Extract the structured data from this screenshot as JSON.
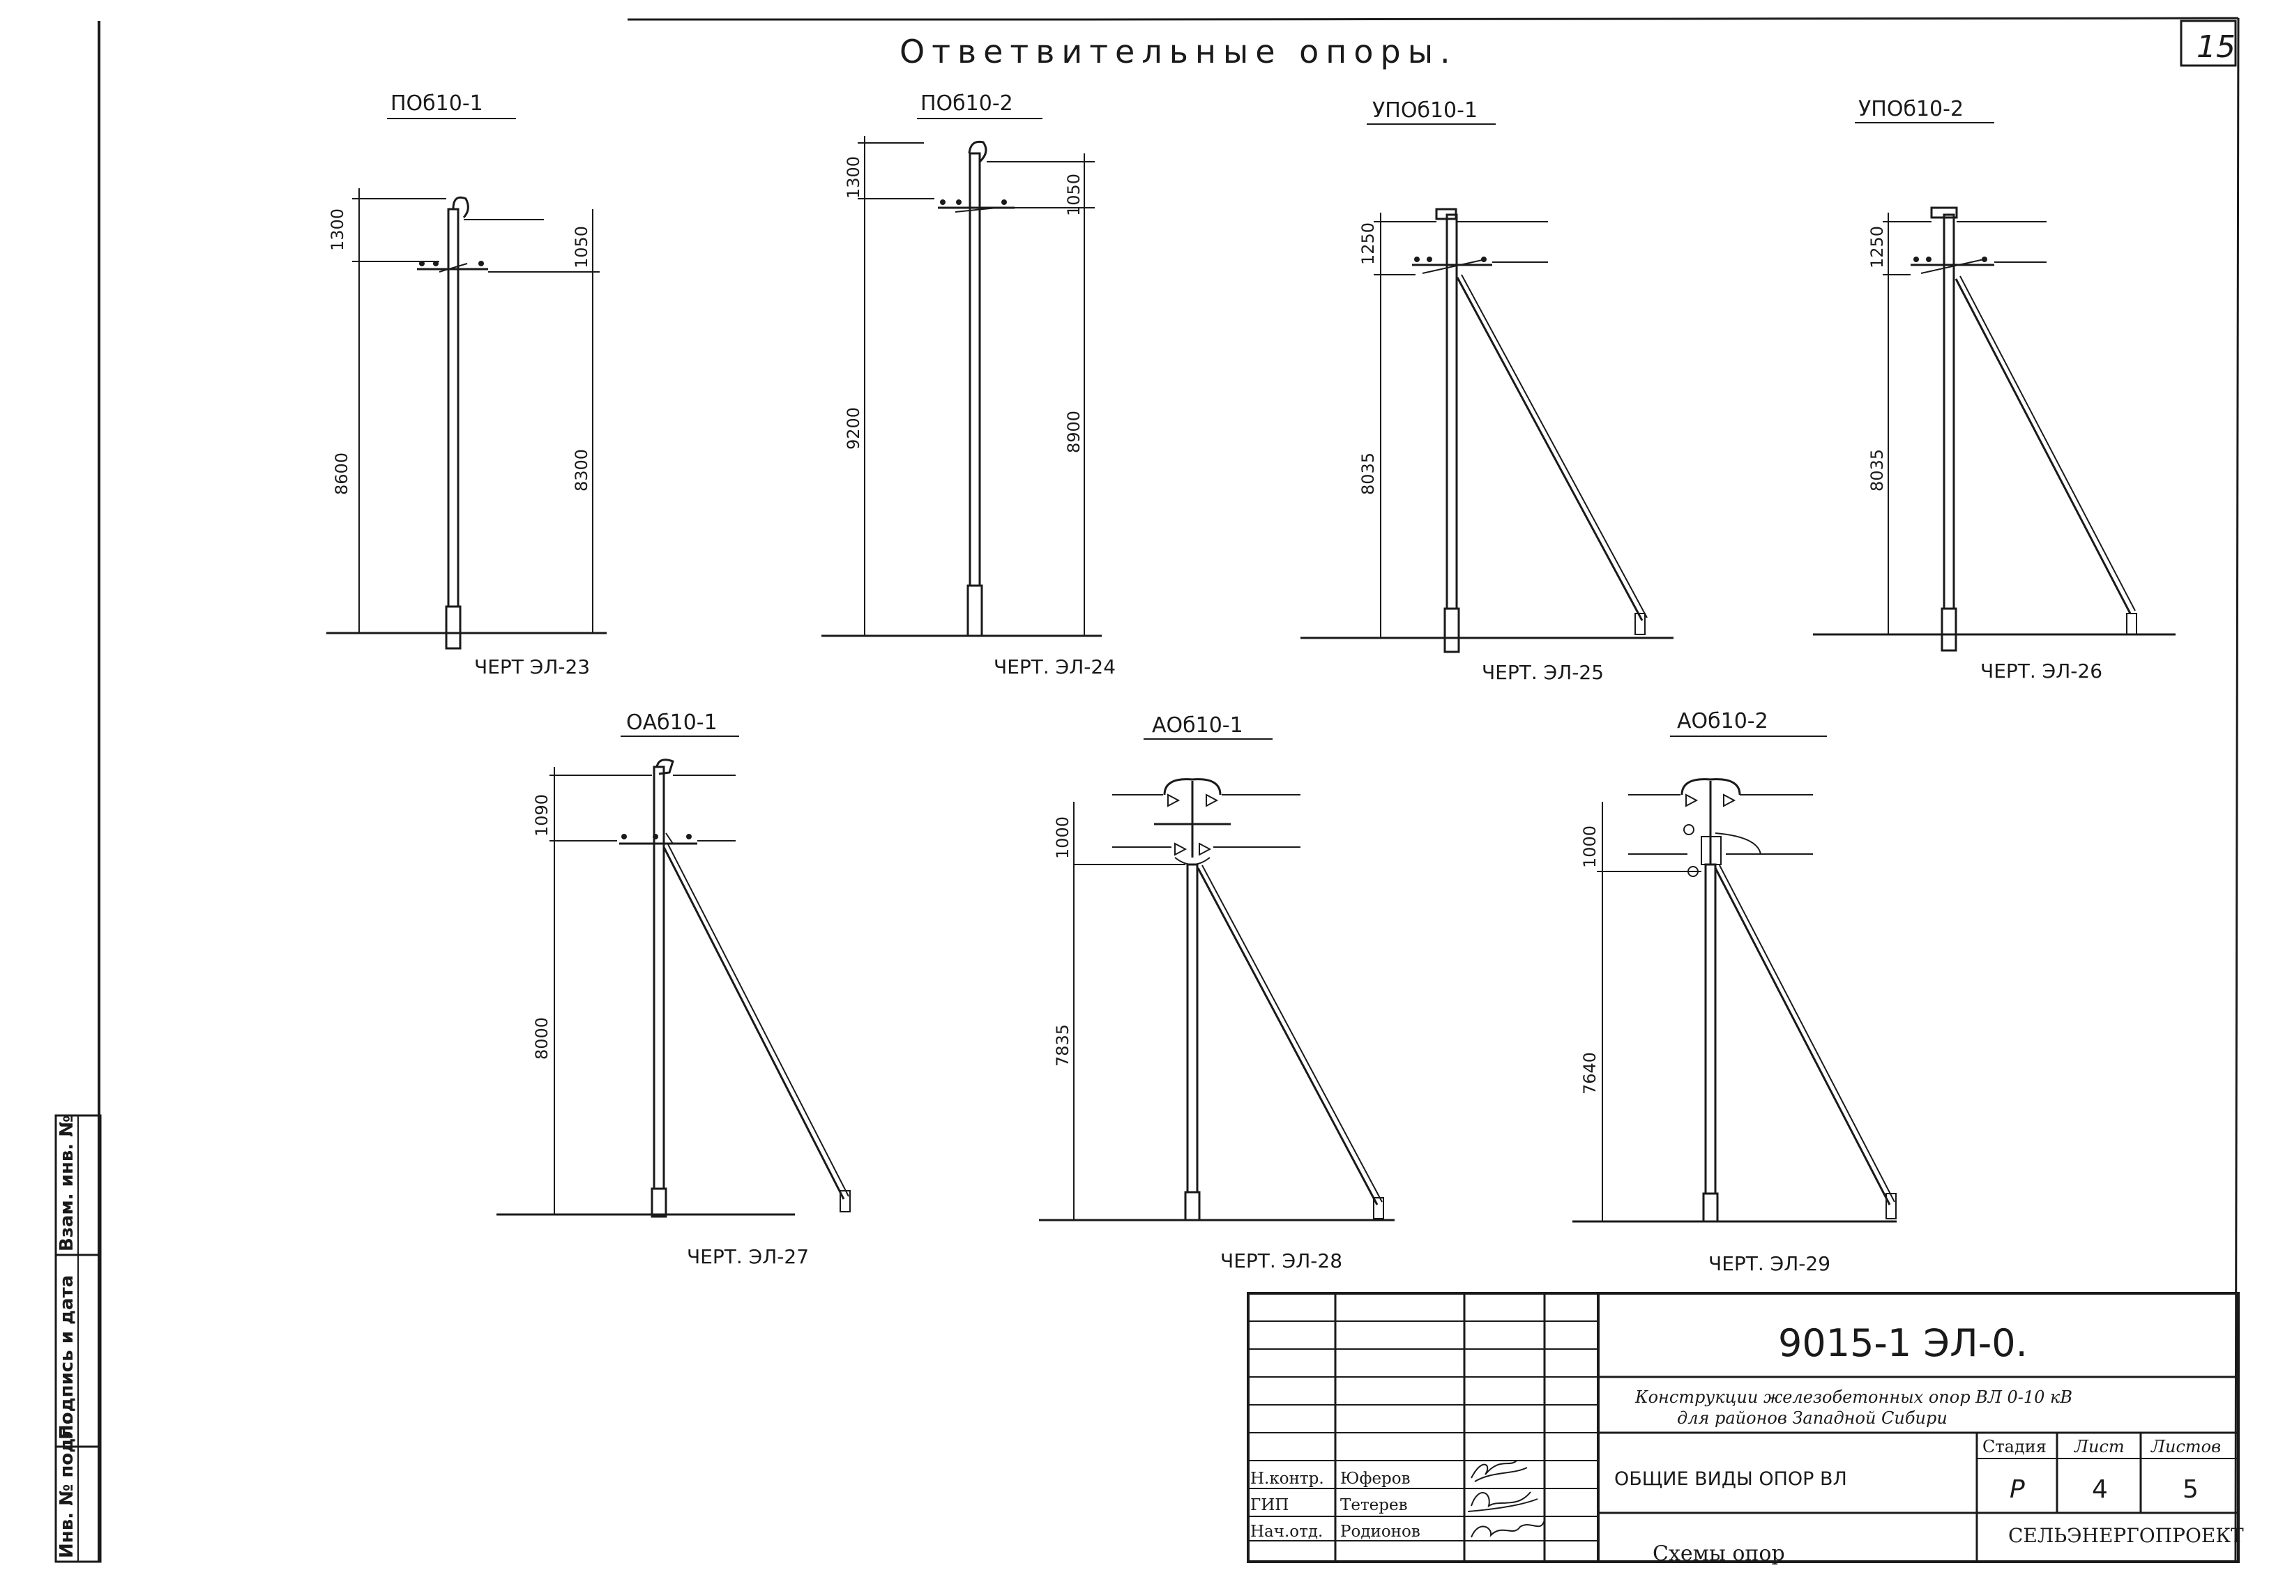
{
  "sheet": {
    "title": "Ответвительные опоры.",
    "sheet_number": "15",
    "margin_stamp": [
      "Инв. № подл.",
      "Подпись и дата",
      "Взам. инв. №"
    ]
  },
  "drawings": [
    {
      "id": "p1",
      "label": "ПОб10-1",
      "caption": "ЧЕРТ ЭЛ-23",
      "brace": false,
      "dims": {
        "top": "1300",
        "cross": "1050",
        "left": "8600",
        "right": "8300"
      }
    },
    {
      "id": "p2",
      "label": "ПОб10-2",
      "caption": "ЧЕРТ. ЭЛ-24",
      "brace": false,
      "dims": {
        "top": "1300",
        "cross": "1050",
        "left": "9200",
        "right": "8900"
      }
    },
    {
      "id": "p3",
      "label": "УПОб10-1",
      "caption": "ЧЕРТ. ЭЛ-25",
      "brace": true,
      "dims": {
        "top": "1250",
        "left": "8035"
      }
    },
    {
      "id": "p4",
      "label": "УПОб10-2",
      "caption": "ЧЕРТ. ЭЛ-26",
      "brace": true,
      "dims": {
        "top": "1250",
        "left": "8035"
      }
    },
    {
      "id": "p5",
      "label": "ОАб10-1",
      "caption": "ЧЕРТ. ЭЛ-27",
      "brace": true,
      "dims": {
        "top": "1090",
        "left": "8000"
      }
    },
    {
      "id": "p6",
      "label": "АОб10-1",
      "caption": "ЧЕРТ. ЭЛ-28",
      "brace": true,
      "dims": {
        "top": "1000",
        "left": "7835"
      }
    },
    {
      "id": "p7",
      "label": "АОб10-2",
      "caption": "ЧЕРТ. ЭЛ-29",
      "brace": true,
      "dims": {
        "top": "1000",
        "left": "7640"
      }
    }
  ],
  "title_block": {
    "code": "9015-1 ЭЛ-0.",
    "project_line1": "Конструкции железобетонных опор ВЛ 0-10 кВ",
    "project_line2": "для районов Западной Сибири",
    "sheet_name": "ОБЩИЕ ВИДЫ ОПОР ВЛ",
    "sheet_subtitle": "Схемы опор",
    "stage_header": "Стадия",
    "sheet_header": "Лист",
    "sheets_header": "Листов",
    "stage": "Р",
    "sheet": "4",
    "sheets": "5",
    "organization": "СЕЛЬЭНЕРГОПРОЕКТ",
    "roles": [
      {
        "role": "Н.контр.",
        "name": "Юферов"
      },
      {
        "role": "ГИП",
        "name": "Тетерев"
      },
      {
        "role": "Нач.отд.",
        "name": "Родионов"
      }
    ]
  }
}
